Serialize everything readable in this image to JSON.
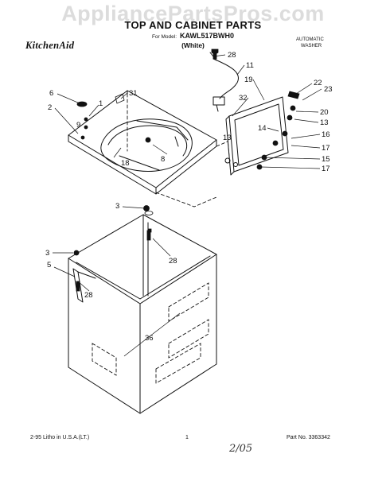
{
  "watermark": "AppliancePartsPros.com",
  "brand": "KitchenAid",
  "title": "TOP AND CABINET PARTS",
  "model_label": "For Model:",
  "model": "KAWL517BWH0",
  "color": "(White)",
  "washer_type_line1": "AUTOMATIC",
  "washer_type_line2": "WASHER",
  "callouts": [
    "28",
    "11",
    "19",
    "22",
    "23",
    "32",
    "20",
    "13",
    "14",
    "16",
    "13",
    "17",
    "15",
    "17",
    "6",
    "31",
    "1",
    "2",
    "9",
    "18",
    "8",
    "3",
    "28",
    "3",
    "5",
    "28",
    "36"
  ],
  "footer": {
    "left": "2-95 Litho in U.S.A.(LT.)",
    "page": "1",
    "part_no": "Part No. 3363342"
  },
  "handwriting": "2/05"
}
